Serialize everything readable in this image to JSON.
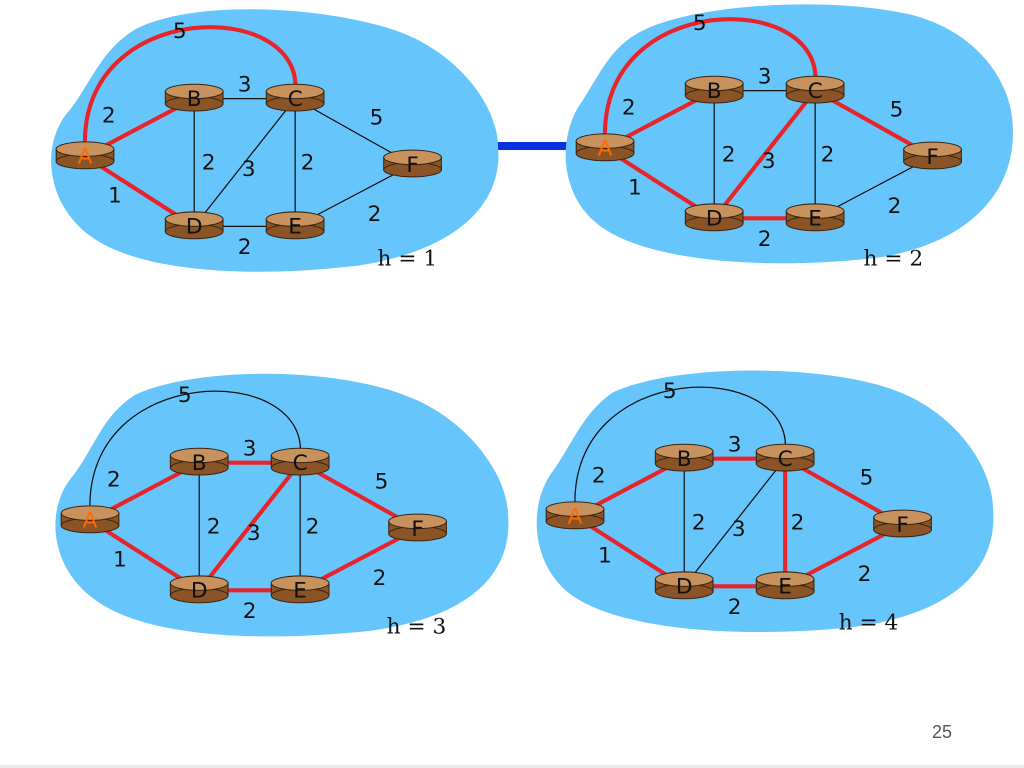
{
  "colors": {
    "cloud": "#66c6fb",
    "tree_edge": "#e8232a",
    "plain_edge": "#111111",
    "connector": "#0a2fe0",
    "router_top": "#c8925e",
    "router_side": "#8a5426",
    "source_label": "#ff6a00",
    "node_label": "#111111"
  },
  "page_number": "25",
  "panels": [
    {
      "h_label": "h = 1",
      "source": "A",
      "nodes": [
        {
          "id": "A",
          "label": "A"
        },
        {
          "id": "B",
          "label": "B"
        },
        {
          "id": "C",
          "label": "C"
        },
        {
          "id": "D",
          "label": "D"
        },
        {
          "id": "E",
          "label": "E"
        },
        {
          "id": "F",
          "label": "F"
        }
      ],
      "edges": [
        {
          "from": "A",
          "to": "C",
          "weight": "5",
          "tree": true
        },
        {
          "from": "A",
          "to": "B",
          "weight": "2",
          "tree": true
        },
        {
          "from": "A",
          "to": "D",
          "weight": "1",
          "tree": true
        },
        {
          "from": "B",
          "to": "C",
          "weight": "3",
          "tree": false
        },
        {
          "from": "B",
          "to": "D",
          "weight": "2",
          "tree": false
        },
        {
          "from": "C",
          "to": "D",
          "weight": "3",
          "tree": false
        },
        {
          "from": "C",
          "to": "E",
          "weight": "2",
          "tree": false
        },
        {
          "from": "C",
          "to": "F",
          "weight": "5",
          "tree": false
        },
        {
          "from": "D",
          "to": "E",
          "weight": "2",
          "tree": false
        },
        {
          "from": "E",
          "to": "F",
          "weight": "2",
          "tree": false
        }
      ]
    },
    {
      "h_label": "h = 2",
      "source": "A",
      "nodes": [
        {
          "id": "A",
          "label": "A"
        },
        {
          "id": "B",
          "label": "B"
        },
        {
          "id": "C",
          "label": "C"
        },
        {
          "id": "D",
          "label": "D"
        },
        {
          "id": "E",
          "label": "E"
        },
        {
          "id": "F",
          "label": "F"
        }
      ],
      "edges": [
        {
          "from": "A",
          "to": "C",
          "weight": "5",
          "tree": true
        },
        {
          "from": "A",
          "to": "B",
          "weight": "2",
          "tree": true
        },
        {
          "from": "A",
          "to": "D",
          "weight": "1",
          "tree": true
        },
        {
          "from": "B",
          "to": "C",
          "weight": "3",
          "tree": false
        },
        {
          "from": "B",
          "to": "D",
          "weight": "2",
          "tree": false
        },
        {
          "from": "C",
          "to": "D",
          "weight": "3",
          "tree": true
        },
        {
          "from": "C",
          "to": "E",
          "weight": "2",
          "tree": false
        },
        {
          "from": "C",
          "to": "F",
          "weight": "5",
          "tree": true
        },
        {
          "from": "D",
          "to": "E",
          "weight": "2",
          "tree": true
        },
        {
          "from": "E",
          "to": "F",
          "weight": "2",
          "tree": false
        }
      ]
    },
    {
      "h_label": "h = 3",
      "source": "A",
      "nodes": [
        {
          "id": "A",
          "label": "A"
        },
        {
          "id": "B",
          "label": "B"
        },
        {
          "id": "C",
          "label": "C"
        },
        {
          "id": "D",
          "label": "D"
        },
        {
          "id": "E",
          "label": "E"
        },
        {
          "id": "F",
          "label": "F"
        }
      ],
      "edges": [
        {
          "from": "A",
          "to": "C",
          "weight": "5",
          "tree": false
        },
        {
          "from": "A",
          "to": "B",
          "weight": "2",
          "tree": true
        },
        {
          "from": "A",
          "to": "D",
          "weight": "1",
          "tree": true
        },
        {
          "from": "B",
          "to": "C",
          "weight": "3",
          "tree": true
        },
        {
          "from": "B",
          "to": "D",
          "weight": "2",
          "tree": false
        },
        {
          "from": "C",
          "to": "D",
          "weight": "3",
          "tree": true
        },
        {
          "from": "C",
          "to": "E",
          "weight": "2",
          "tree": false
        },
        {
          "from": "C",
          "to": "F",
          "weight": "5",
          "tree": true
        },
        {
          "from": "D",
          "to": "E",
          "weight": "2",
          "tree": true
        },
        {
          "from": "E",
          "to": "F",
          "weight": "2",
          "tree": true
        }
      ]
    },
    {
      "h_label": "h = 4",
      "source": "A",
      "nodes": [
        {
          "id": "A",
          "label": "A"
        },
        {
          "id": "B",
          "label": "B"
        },
        {
          "id": "C",
          "label": "C"
        },
        {
          "id": "D",
          "label": "D"
        },
        {
          "id": "E",
          "label": "E"
        },
        {
          "id": "F",
          "label": "F"
        }
      ],
      "edges": [
        {
          "from": "A",
          "to": "C",
          "weight": "5",
          "tree": false
        },
        {
          "from": "A",
          "to": "B",
          "weight": "2",
          "tree": true
        },
        {
          "from": "A",
          "to": "D",
          "weight": "1",
          "tree": true
        },
        {
          "from": "B",
          "to": "C",
          "weight": "3",
          "tree": true
        },
        {
          "from": "B",
          "to": "D",
          "weight": "2",
          "tree": false
        },
        {
          "from": "C",
          "to": "D",
          "weight": "3",
          "tree": false
        },
        {
          "from": "C",
          "to": "E",
          "weight": "2",
          "tree": true
        },
        {
          "from": "C",
          "to": "F",
          "weight": "5",
          "tree": true
        },
        {
          "from": "D",
          "to": "E",
          "weight": "2",
          "tree": true
        },
        {
          "from": "E",
          "to": "F",
          "weight": "2",
          "tree": true
        }
      ]
    }
  ]
}
